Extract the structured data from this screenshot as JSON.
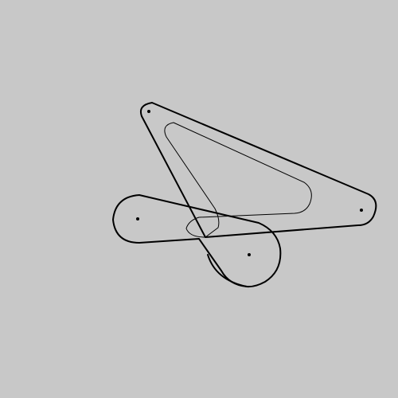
{
  "colors": {
    "background": "#c8c8c8",
    "stroke": "#000000",
    "pin": "#000000"
  },
  "shapes": [
    {
      "name": "large-triangle-link",
      "kind": "outline-thick"
    },
    {
      "name": "inner-triangle-slot",
      "kind": "outline-thin"
    },
    {
      "name": "two-pin-link",
      "kind": "outline-thick"
    },
    {
      "name": "arc-link",
      "kind": "outline-thick"
    }
  ],
  "pins": [
    {
      "name": "pin-top-left"
    },
    {
      "name": "pin-right"
    },
    {
      "name": "pin-left"
    },
    {
      "name": "pin-bottom"
    }
  ]
}
